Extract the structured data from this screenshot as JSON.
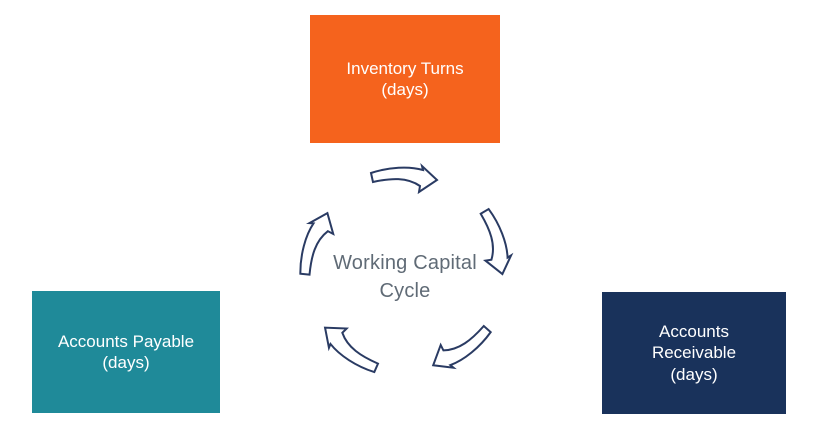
{
  "diagram": {
    "name": "Working Capital Cycle",
    "center": {
      "line1": "Working Capital",
      "line2": "Cycle",
      "text_color": "#606B76"
    },
    "arrows": {
      "count": 5,
      "direction": "clockwise",
      "stroke_color": "#2A3B63",
      "fill_color": "#FFFFFF"
    },
    "boxes": {
      "inventory": {
        "lines": [
          "Inventory Turns",
          "(days)"
        ],
        "bg_color": "#F5631D",
        "text_color": "#FFFFFF"
      },
      "payable": {
        "lines": [
          "Accounts Payable",
          "(days)"
        ],
        "bg_color": "#1F8A99",
        "text_color": "#FFFFFF"
      },
      "receivable": {
        "lines": [
          "Accounts",
          "Receivable",
          "(days)"
        ],
        "bg_color": "#19325B",
        "text_color": "#FFFFFF"
      }
    }
  }
}
